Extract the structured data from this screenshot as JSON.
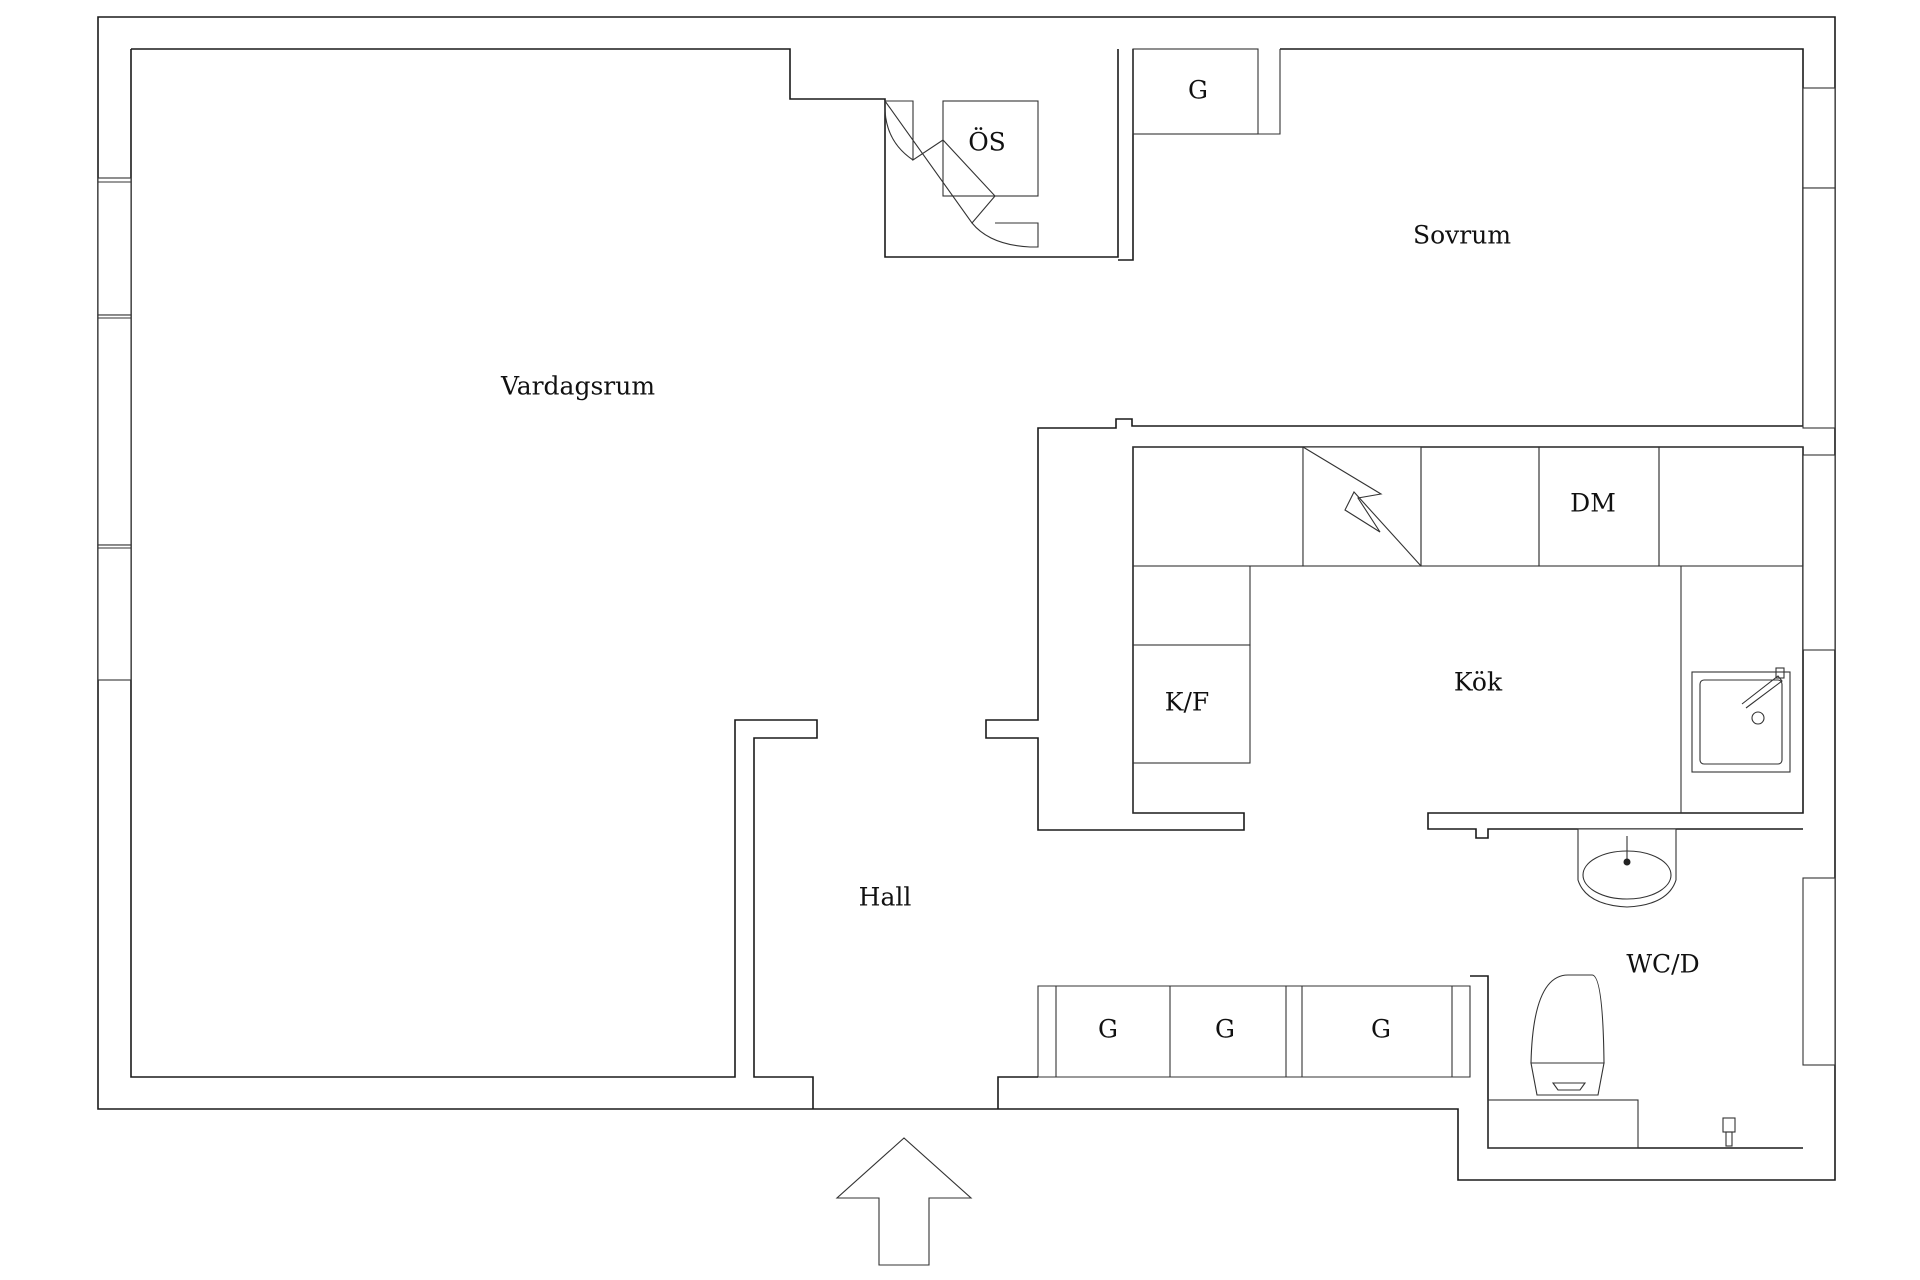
{
  "rooms": {
    "living_room": "Vardagsrum",
    "bedroom": "Sovrum",
    "kitchen": "Kök",
    "hall": "Hall",
    "bathroom": "WC/D",
    "dishwasher": "DM",
    "fridge_freezer": "K/F",
    "closet": "G",
    "storage": "ÖS"
  }
}
